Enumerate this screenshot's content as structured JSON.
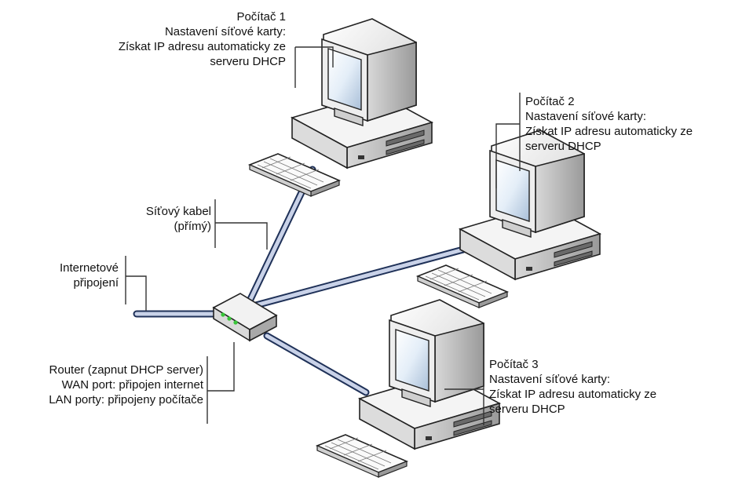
{
  "diagram": {
    "pc1": {
      "lines": [
        "Počítač 1",
        "Nastavení síťové karty:",
        "Získat IP adresu automaticky ze",
        "serveru DHCP"
      ]
    },
    "pc2": {
      "lines": [
        "Počítač 2",
        "Nastavení síťové karty:",
        "Získat IP adresu automaticky ze",
        "serveru DHCP"
      ]
    },
    "pc3": {
      "lines": [
        "Počítač 3",
        "Nastavení síťové karty:",
        "Získat IP adresu automaticky ze",
        "serveru DHCP"
      ]
    },
    "cable": {
      "lines": [
        "Síťový kabel",
        "(přímý)"
      ]
    },
    "internet": {
      "lines": [
        "Internetové",
        "připojení"
      ]
    },
    "router": {
      "lines": [
        "Router (zapnut DHCP server)",
        "WAN port: připojen internet",
        "LAN porty: připojeny počítače"
      ]
    }
  },
  "colors": {
    "cable_fill": "#c9d2e8",
    "cable_stroke": "#1f3158",
    "bracket": "#333333",
    "router_led": "#39c539"
  }
}
